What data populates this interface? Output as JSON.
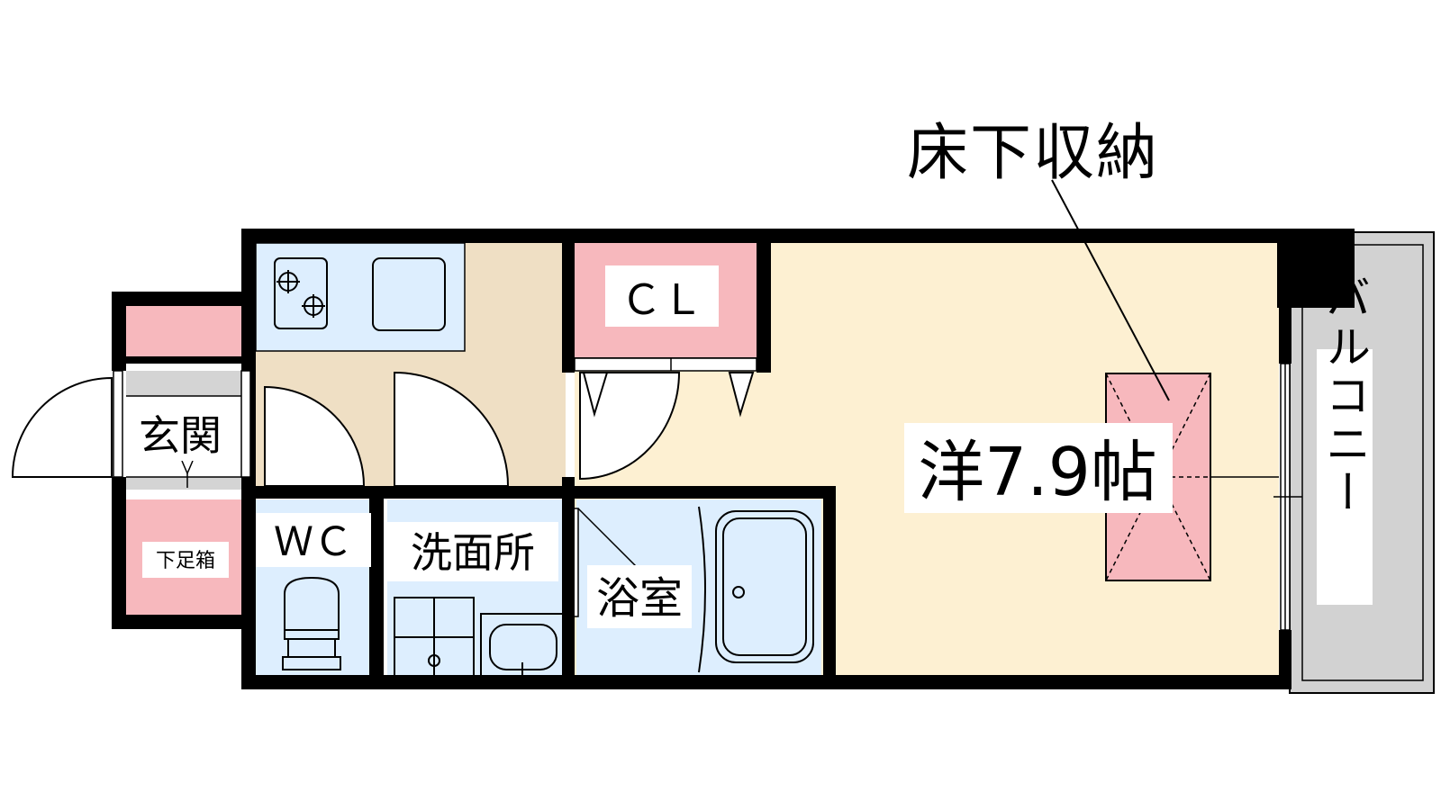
{
  "floorplan": {
    "callout_label": "床下収納",
    "rooms": {
      "closet": "ＣＬ",
      "main_room": "洋7.9帖",
      "entrance": "玄関",
      "shoe_box": "下足箱",
      "toilet": "ＷＣ",
      "washroom": "洗面所",
      "bathroom": "浴室",
      "balcony": "バルコニー"
    }
  },
  "colors": {
    "wall": "#000000",
    "main_room": "#fdf0d2",
    "kitchen_floor": "#efdfc4",
    "wet_area": "#ddeefe",
    "storage": "#f7b8bd",
    "balcony": "#d2d2d2",
    "gray_floor": "#d4d4d4"
  }
}
